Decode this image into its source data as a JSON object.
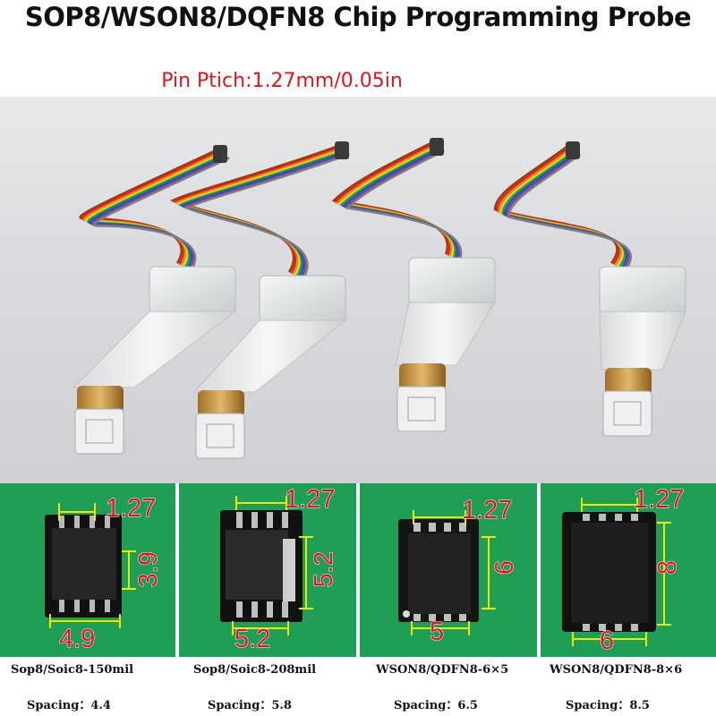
{
  "header": {
    "title": "SOP8/WSON8/DQFN8 Chip Programming Probe",
    "subtitle": "Pin Ptich:1.27mm/0.05in"
  },
  "photo": {
    "wire_colors": [
      "#8b4513",
      "#e02020",
      "#f08020",
      "#f0d020",
      "#20a040",
      "#2050c0",
      "#8040a0",
      "#808080"
    ]
  },
  "chips": [
    {
      "pitch": "1.27",
      "width": "3.9",
      "length": "4.9",
      "name": "Sop8/Soic8-150mil",
      "spacing_label": "Spacing：",
      "spacing_value": "4.4"
    },
    {
      "pitch": "1.27",
      "width": "5.2",
      "length": "5.2",
      "name": "Sop8/Soic8-208mil",
      "spacing_label": "Spacing：",
      "spacing_value": "5.8"
    },
    {
      "pitch": "1.27",
      "width": "6",
      "length": "5",
      "name": "WSON8/QDFN8-6×5",
      "spacing_label": "Spacing：",
      "spacing_value": "6.5"
    },
    {
      "pitch": "1.27",
      "width": "8",
      "length": "6",
      "name": "WSON8/QDFN8-8×6",
      "spacing_label": "Spacing：",
      "spacing_value": "8.5"
    }
  ]
}
